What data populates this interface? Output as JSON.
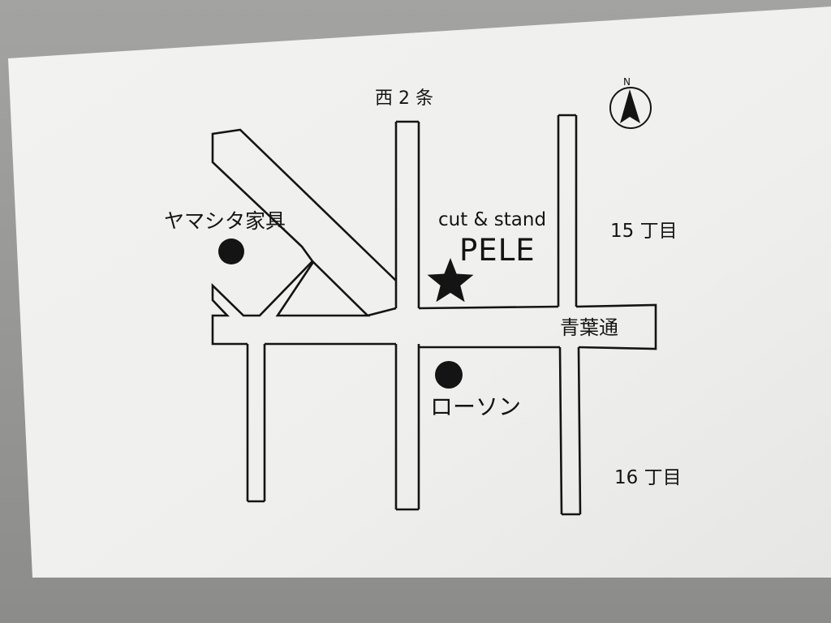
{
  "map": {
    "compass": {
      "letter": "N",
      "icon": "north-arrow-icon"
    },
    "streets": {
      "nishi": "西 2 条",
      "aoba": "青葉通",
      "chome15": "15 丁目",
      "chome16": "16 丁目"
    },
    "landmarks": {
      "yamashita": "ヤマシタ家具",
      "lawson": "ローソン"
    },
    "shop": {
      "tagline": "cut & stand",
      "name": "PELE",
      "icon": "star-icon"
    },
    "colors": {
      "ink": "#141414",
      "card": "#f3f3f1",
      "background": "#8f8f8d"
    }
  }
}
